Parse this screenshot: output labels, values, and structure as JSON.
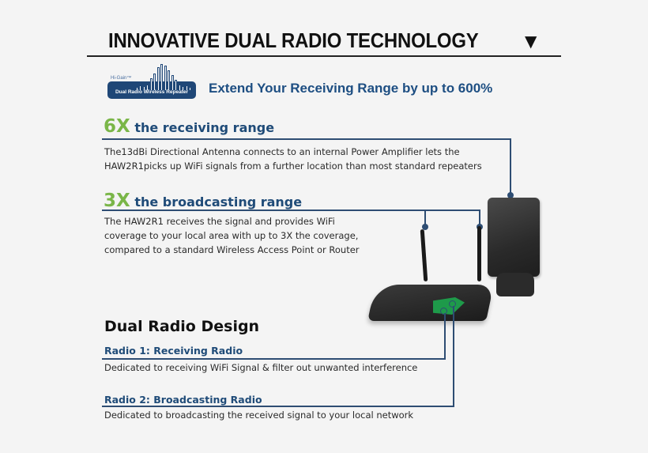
{
  "header": {
    "title": "INNOVATIVE DUAL RADIO TECHNOLOGY",
    "arrow_icon": "triangle-down-icon",
    "arrow_glyph": "▼"
  },
  "badge": {
    "brand_small": "Hi-Gain™",
    "label": "Dual Radio Wireless Repeater",
    "icon": "signal-bars-icon"
  },
  "tagline": "Extend Your Receiving Range by up to 600%",
  "sections": [
    {
      "multiplier": "6X",
      "heading": "the receiving range",
      "lines": [
        "The13dBi Directional Antenna connects to an internal Power Amplifier lets the",
        "HAW2R1picks up WiFi signals from a further location than most standard repeaters"
      ]
    },
    {
      "multiplier": "3X",
      "heading": "the broadcasting range",
      "lines": [
        "The HAW2R1 receives the signal and provides WiFi",
        "coverage to your local area with up to 3X the coverage,",
        "compared to a standard Wireless Access Point or Router"
      ]
    }
  ],
  "dual_radio": {
    "heading": "Dual Radio Design",
    "radios": [
      {
        "title": "Radio 1: Receiving Radio",
        "desc": "Dedicated to receiving WiFi Signal & filter out unwanted interference"
      },
      {
        "title": "Radio 2: Broadcasting Radio",
        "desc": "Dedicated to broadcasting the received signal to your local network"
      }
    ]
  },
  "colors": {
    "accent_green": "#7ab648",
    "heading_blue": "#1f4b78",
    "line_blue": "#2e4d73",
    "badge_blue": "#1f4777"
  }
}
